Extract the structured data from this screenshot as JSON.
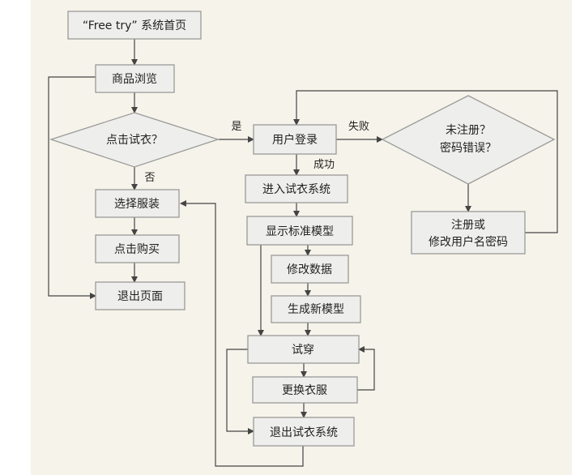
{
  "nodes": {
    "home": "“Free try” 系统首页",
    "browse": "商品浏览",
    "try_decision": "点击试衣？",
    "select_clothes": "选择服装",
    "click_buy": "点击购买",
    "exit_page": "退出页面",
    "user_login": "用户登录",
    "error_line1": "未注册？",
    "error_line2": "密码错误？",
    "register_line1": "注册或",
    "register_line2": "修改用户名密码",
    "enter_system": "进入试衣系统",
    "show_model": "显示标准模型",
    "modify_data": "修改数据",
    "new_model": "生成新模型",
    "try_on": "试穿",
    "change_clothes": "更换衣服",
    "exit_system": "退出试衣系统"
  },
  "edges": {
    "yes": "是",
    "no": "否",
    "fail": "失败",
    "success": "成功"
  }
}
